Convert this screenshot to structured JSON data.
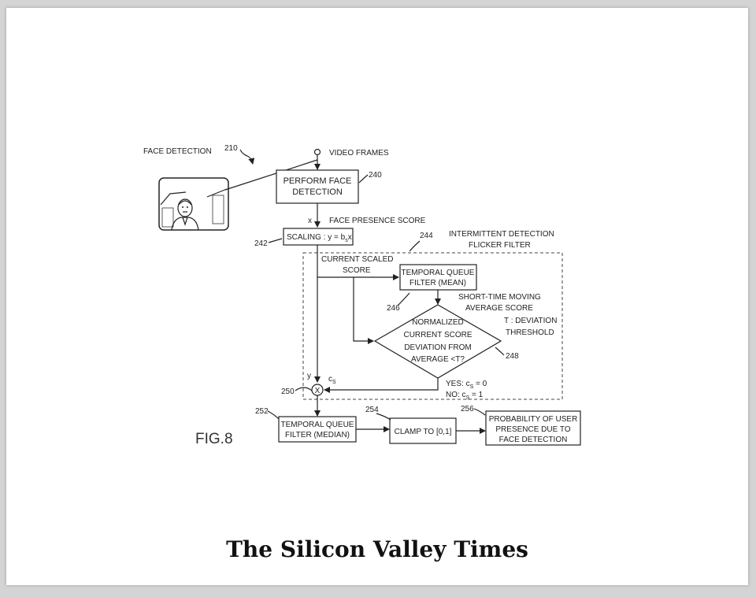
{
  "figure": {
    "label": "FIG.8",
    "inputs": {
      "face_detection": "FACE DETECTION",
      "ref_210": "210",
      "video_frames": "VIDEO FRAMES"
    },
    "nodes": {
      "perform_face_detection": [
        "PERFORM FACE",
        "DETECTION"
      ],
      "ref_240": "240",
      "x_var": "x",
      "face_presence_score": "FACE PRESENCE SCORE",
      "scaling": "SCALING : y = b",
      "scaling_sub": "s",
      "scaling_tail": "x",
      "ref_242": "242",
      "ref_244": "244",
      "intermittent": [
        "INTERMITTENT DETECTION",
        "FLICKER FILTER"
      ],
      "current_scaled": [
        "CURRENT SCALED",
        "SCORE"
      ],
      "temporal_mean": [
        "TEMPORAL QUEUE",
        "FILTER (MEAN)"
      ],
      "ref_246": "246",
      "short_time": [
        "SHORT-TIME MOVING",
        "AVERAGE SCORE"
      ],
      "deviation_threshold": [
        "T : DEVIATION",
        "THRESHOLD"
      ],
      "decision": [
        "NORMALIZED",
        "CURRENT SCORE",
        "DEVIATION FROM",
        "AVERAGE <T?"
      ],
      "ref_248": "248",
      "y_var": "y",
      "cs_var": "c",
      "cs_sub": "S",
      "yes_label": "YES: c",
      "yes_value": " = 0",
      "no_label": "NO: c",
      "no_value": " = 1",
      "multiplier_symbol": "X",
      "ref_250": "250",
      "temporal_median": [
        "TEMPORAL QUEUE",
        "FILTER (MEDIAN)"
      ],
      "ref_252": "252",
      "clamp": "CLAMP TO [0,1]",
      "ref_254": "254",
      "probability": [
        "PROBABILITY OF USER",
        "PRESENCE DUE TO",
        "FACE DETECTION"
      ],
      "ref_256": "256"
    }
  },
  "masthead": "The Silicon Valley Times"
}
